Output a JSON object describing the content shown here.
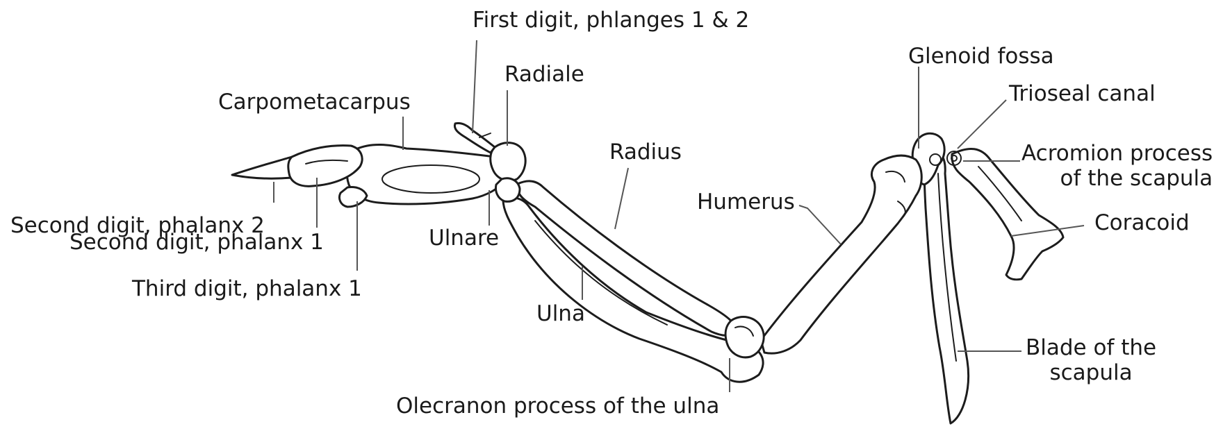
{
  "labels": {
    "first_digit": "First digit, phlanges 1 & 2",
    "radiale": "Radiale",
    "carpometacarpus": "Carpometacarpus",
    "radius": "Radius",
    "humerus": "Humerus",
    "glenoid_fossa": "Glenoid fossa",
    "trioseal_canal": "Trioseal canal",
    "acromion_line1": "Acromion process",
    "acromion_line2": "of the scapula",
    "coracoid": "Coracoid",
    "second_digit_phalanx2": "Second digit, phalanx 2",
    "second_digit_phalanx1": "Second digit, phalanx 1",
    "third_digit_phalanx1": "Third digit, phalanx 1",
    "ulnare": "Ulnare",
    "ulna": "Ulna",
    "olecranon": "Olecranon process of the ulna",
    "blade_line1": "Blade of the",
    "blade_line2": "scapula"
  }
}
